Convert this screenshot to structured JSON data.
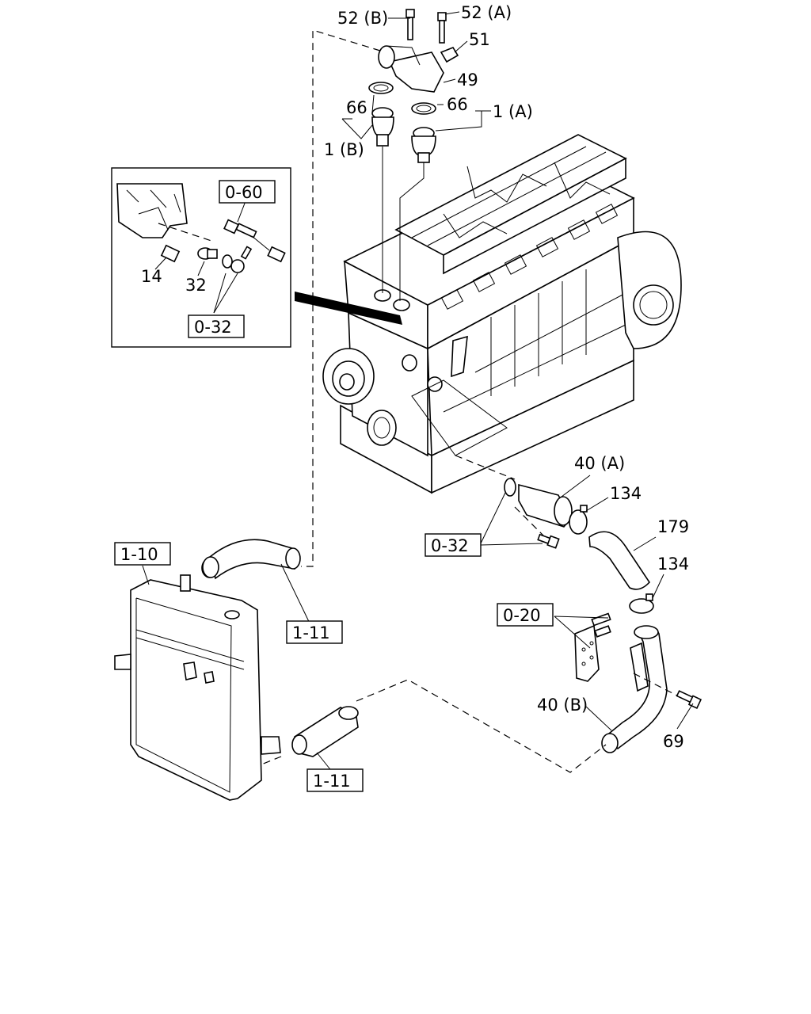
{
  "callouts": {
    "c52b": "52 (B)",
    "c52a": "52 (A)",
    "c51": "51",
    "c49": "49",
    "c66l": "66",
    "c66r": "66",
    "c1a": "1 (A)",
    "c1b": "1 (B)",
    "c14": "14",
    "c32": "32",
    "c40a": "40 (A)",
    "c134a": "134",
    "c179": "179",
    "c134b": "134",
    "c40b": "40 (B)",
    "c69": "69"
  },
  "refs": {
    "r060": "0-60",
    "r032_inset": "0-32",
    "r032_main": "0-32",
    "r020": "0-20",
    "r110": "1-10",
    "r111_upper": "1-11",
    "r111_lower": "1-11"
  }
}
